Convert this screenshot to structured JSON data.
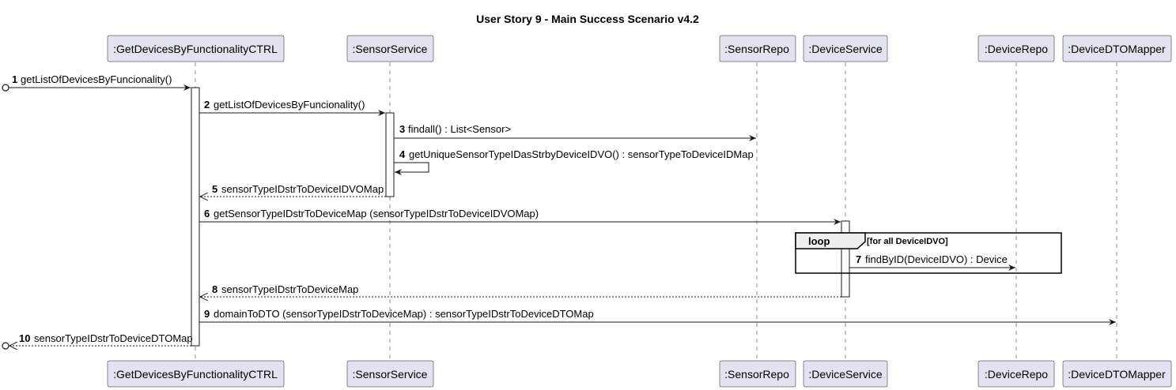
{
  "diagram": {
    "title": "User Story 9 - Main Success Scenario v4.2",
    "participants": [
      ":GetDevicesByFunctionalityCTRL",
      ":SensorService",
      ":SensorRepo",
      ":DeviceService",
      ":DeviceRepo",
      ":DeviceDTOMapper"
    ],
    "messages": [
      {
        "num": "1",
        "text": "getListOfDevicesByFuncionality()"
      },
      {
        "num": "2",
        "text": "getListOfDevicesByFuncionality()"
      },
      {
        "num": "3",
        "text": "findall() : List<Sensor>"
      },
      {
        "num": "4",
        "text": "getUniqueSensorTypeIDasStrbyDeviceIDVO() : sensorTypeToDeviceIDMap"
      },
      {
        "num": "5",
        "text": "sensorTypeIDstrToDeviceIDVOMap"
      },
      {
        "num": "6",
        "text": "getSensorTypeIDstrToDeviceMap (sensorTypeIDstrToDeviceIDVOMap)"
      },
      {
        "num": "7",
        "text": "findByID(DeviceIDVO) : Device"
      },
      {
        "num": "8",
        "text": "sensorTypeIDstrToDeviceMap"
      },
      {
        "num": "9",
        "text": "domainToDTO (sensorTypeIDstrToDeviceMap) : sensorTypeIDstrToDeviceDTOMap"
      },
      {
        "num": "10",
        "text": "sensorTypeIDstrToDeviceDTOMap"
      }
    ],
    "loop": {
      "label": "loop",
      "guard": "[for all DeviceIDVO]"
    }
  }
}
